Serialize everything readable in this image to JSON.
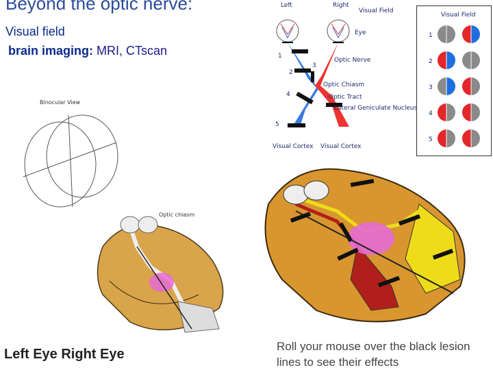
{
  "header": {
    "title": "Beyond the optic nerve:",
    "subtitle": "Visual field",
    "imaging_label": "brain imaging:",
    "imaging_value": "MRI, CTscan"
  },
  "pathway_diagram": {
    "left_label": "Left",
    "right_label": "Right",
    "visual_field_label": "Visual Field",
    "eye_label": "Eye",
    "optic_nerve_label": "Optic Nerve",
    "optic_chiasm_label": "Optic Chiasm",
    "optic_tract_label": "Optic Tract",
    "lgn_label": "Lateral Geniculate Nucleus",
    "left_cortex_label": "Visual Cortex",
    "right_cortex_label": "Visual Cortex",
    "lesion_numbers": [
      "1",
      "2",
      "3",
      "4",
      "5"
    ]
  },
  "field_table": {
    "header": "Visual Field",
    "rows": [
      {
        "number": "1",
        "left": [
          "gray",
          "gray"
        ],
        "right": [
          "red",
          "blue"
        ]
      },
      {
        "number": "2",
        "left": [
          "red",
          "blue"
        ],
        "right": [
          "gray",
          "gray"
        ]
      },
      {
        "number": "3",
        "left": [
          "gray",
          "blue"
        ],
        "right": [
          "red",
          "gray"
        ]
      },
      {
        "number": "4",
        "left": [
          "red",
          "gray"
        ],
        "right": [
          "red",
          "gray"
        ]
      },
      {
        "number": "5",
        "left": [
          "red",
          "gray"
        ],
        "right": [
          "red",
          "gray"
        ]
      }
    ],
    "colors": {
      "gray": "#8a8a8a",
      "red": "#e3262a",
      "blue": "#1e6ee0"
    }
  },
  "binocular": {
    "label": "Binocular View"
  },
  "left_brain": {
    "chiasm_label": "Optic chiasm"
  },
  "bottom": {
    "eye_labels": "Left Eye  Right Eye",
    "caption": "Roll your mouse over the black lesion lines to see their effects"
  }
}
